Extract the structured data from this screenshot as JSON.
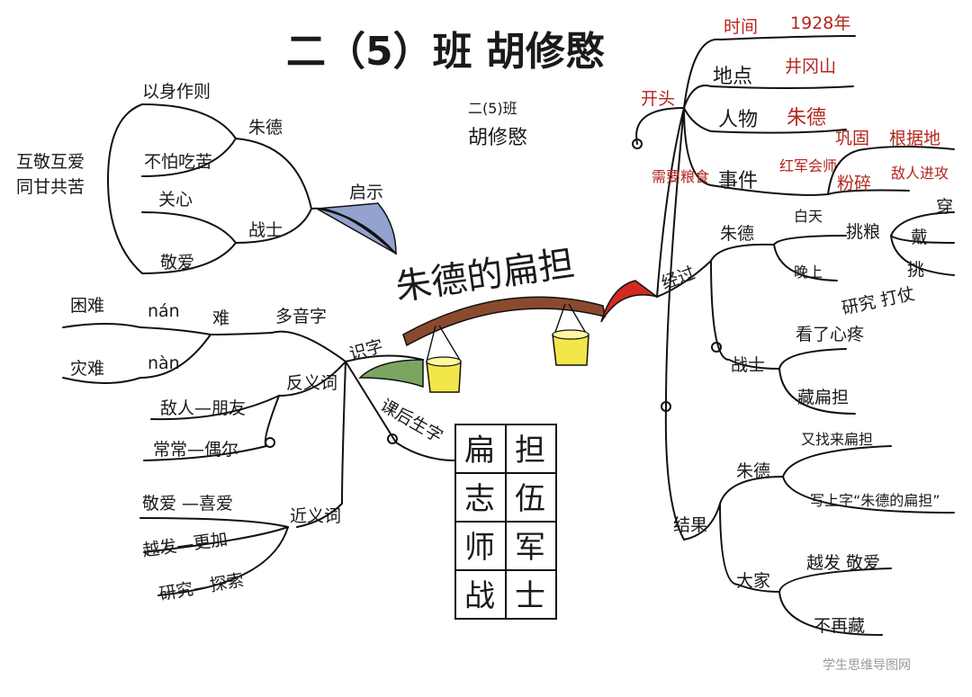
{
  "title": "二（5）班 胡修愍",
  "signature": "二(5)班 胡修愍",
  "center": "朱德的扁担",
  "watermark": "学生思维导图网",
  "colors": {
    "pole": "#8b4a2e",
    "bucket": "#f3e64a",
    "red_fan": "#d22a1f",
    "green_fan": "#5a8f3a",
    "blue_fan": "#3b55a5",
    "accent_text": "#b3261e"
  },
  "left": {
    "inspiration": {
      "label": "启示",
      "zhude": {
        "label": "朱德",
        "items": [
          "以身作则",
          "不怕吃苦"
        ]
      },
      "soldiers": {
        "label": "战士",
        "items": [
          "关心",
          "敬爱"
        ]
      },
      "summary": [
        "互敬互爱",
        "同甘共苦"
      ]
    },
    "literacy": {
      "label": "识字",
      "polyphone": {
        "label": "多音字",
        "char": "难",
        "items": [
          {
            "pinyin": "nán",
            "word": "困难"
          },
          {
            "pinyin": "nàn",
            "word": "灾难"
          }
        ]
      },
      "antonyms": {
        "label": "反义词",
        "items": [
          "敌人—朋友",
          "常常—偶尔"
        ]
      },
      "synonyms": {
        "label": "近义词",
        "items": [
          "敬爱 —喜爱",
          "越发—更加",
          "研究—探索"
        ]
      },
      "new_chars": {
        "label": "课后生字",
        "grid": [
          "扁",
          "担",
          "志",
          "伍",
          "师",
          "军",
          "战",
          "士"
        ]
      }
    }
  },
  "right": {
    "beginning": {
      "label": "开头",
      "time": {
        "label": "时间",
        "value": "1928年"
      },
      "place": {
        "label": "地点",
        "value": "井冈山"
      },
      "person": {
        "label": "人物",
        "value": "朱德"
      },
      "event": {
        "label": "事件",
        "value": "红军会师",
        "need": "需要粮食",
        "goals": [
          {
            "label": "巩固",
            "value": "根据地"
          },
          {
            "label": "粉碎",
            "value": "敌人进攻"
          }
        ]
      }
    },
    "process": {
      "label": "经过",
      "zhude": {
        "label": "朱德",
        "day": {
          "label": "白天",
          "value": "挑粮",
          "items": [
            "穿",
            "戴",
            "挑"
          ]
        },
        "night": {
          "label": "晚上",
          "value": "研究 打仗"
        }
      },
      "soldiers": {
        "label": "战士",
        "items": [
          "看了心疼",
          "藏扁担"
        ]
      }
    },
    "ending": {
      "label": "结果",
      "zhude": {
        "label": "朱德",
        "items": [
          "又找来扁担",
          "写上字“朱德的扁担”"
        ]
      },
      "everyone": {
        "label": "大家",
        "items": [
          "越发 敬爱",
          "不再藏"
        ]
      }
    }
  }
}
